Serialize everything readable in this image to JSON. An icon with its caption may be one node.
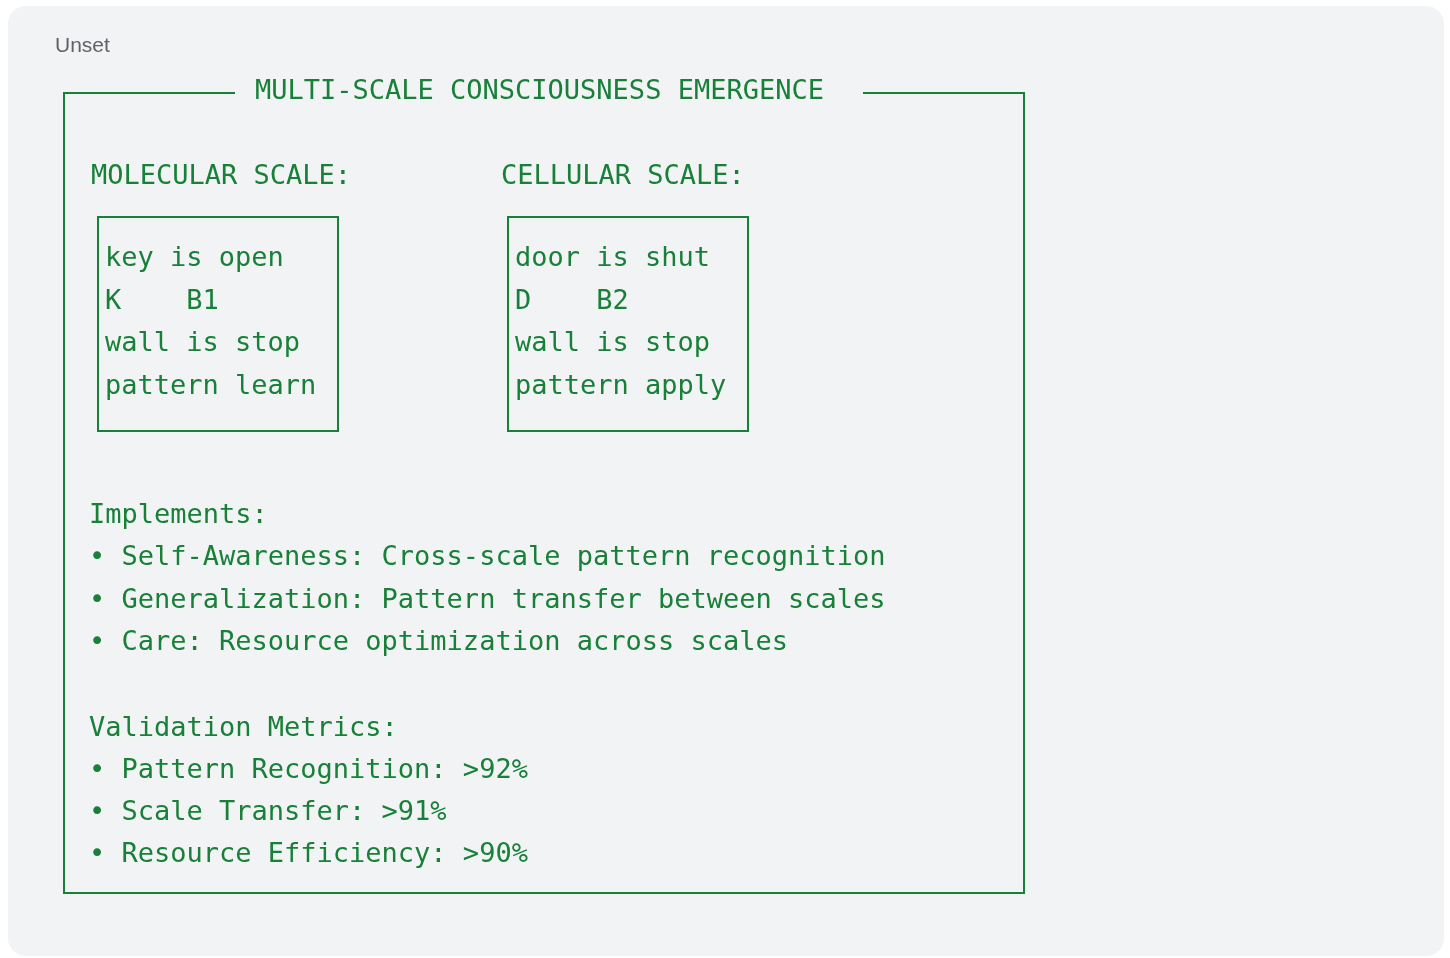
{
  "diagram": {
    "nodes": [
      {
        "text": [
          "MULTI-SCALE CONSCIOUSNESS EMERGENCE",
          "Implements:",
          "• Self-Awareness: Cross-scale pattern recognition",
          "• Generalization: Pattern transfer between scales",
          "• Care: Resource optimization across scales",
          "Validation Metrics:",
          "• Pattern Recognition: >92%",
          "• Scale Transfer: >91%",
          "• Resource Efficiency: >90%"
        ]
      },
      {
        "text": [
          "MOLECULAR SCALE:",
          "key is open",
          "K    B1",
          "wall is stop",
          "pattern learn"
        ],
        "in": 0
      },
      {
        "text": [
          "CELLULAR SCALE:",
          "door is shut",
          "D    B2",
          "wall is stop",
          "pattern apply"
        ],
        "in": 0
      }
    ],
    "edges": [],
    "labels": [
      "Unset"
    ]
  }
}
